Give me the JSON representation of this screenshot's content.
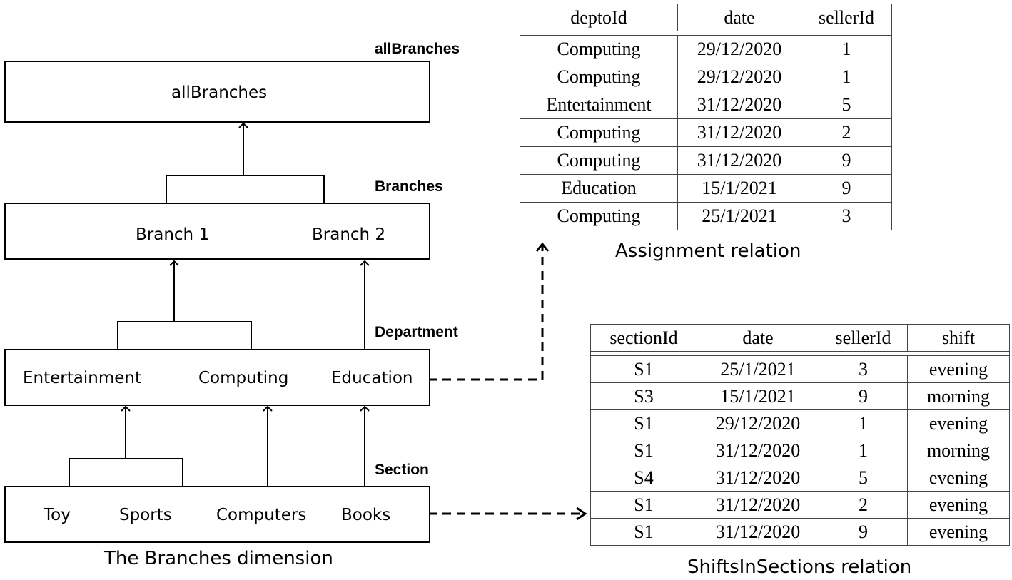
{
  "dimension": {
    "caption": "The Branches dimension",
    "levels": {
      "allBranches": {
        "label": "allBranches",
        "members": [
          "allBranches"
        ]
      },
      "branches": {
        "label": "Branches",
        "members": [
          "Branch 1",
          "Branch 2"
        ]
      },
      "department": {
        "label": "Department",
        "members": [
          "Entertainment",
          "Computing",
          "Education"
        ]
      },
      "section": {
        "label": "Section",
        "members": [
          "Toy",
          "Sports",
          "Computers",
          "Books"
        ]
      }
    }
  },
  "assignment": {
    "caption": "Assignment relation",
    "columns": [
      "deptoId",
      "date",
      "sellerId"
    ],
    "rows": [
      [
        "Computing",
        "29/12/2020",
        "1"
      ],
      [
        "Computing",
        "29/12/2020",
        "1"
      ],
      [
        "Entertainment",
        "31/12/2020",
        "5"
      ],
      [
        "Computing",
        "31/12/2020",
        "2"
      ],
      [
        "Computing",
        "31/12/2020",
        "9"
      ],
      [
        "Education",
        "15/1/2021",
        "9"
      ],
      [
        "Computing",
        "25/1/2021",
        "3"
      ]
    ]
  },
  "shifts": {
    "caption": "ShiftsInSections relation",
    "columns": [
      "sectionId",
      "date",
      "sellerId",
      "shift"
    ],
    "rows": [
      [
        "S1",
        "25/1/2021",
        "3",
        "evening"
      ],
      [
        "S3",
        "15/1/2021",
        "9",
        "morning"
      ],
      [
        "S1",
        "29/12/2020",
        "1",
        "evening"
      ],
      [
        "S1",
        "31/12/2020",
        "1",
        "morning"
      ],
      [
        "S4",
        "31/12/2020",
        "5",
        "evening"
      ],
      [
        "S1",
        "31/12/2020",
        "2",
        "evening"
      ],
      [
        "S1",
        "31/12/2020",
        "9",
        "evening"
      ]
    ]
  }
}
